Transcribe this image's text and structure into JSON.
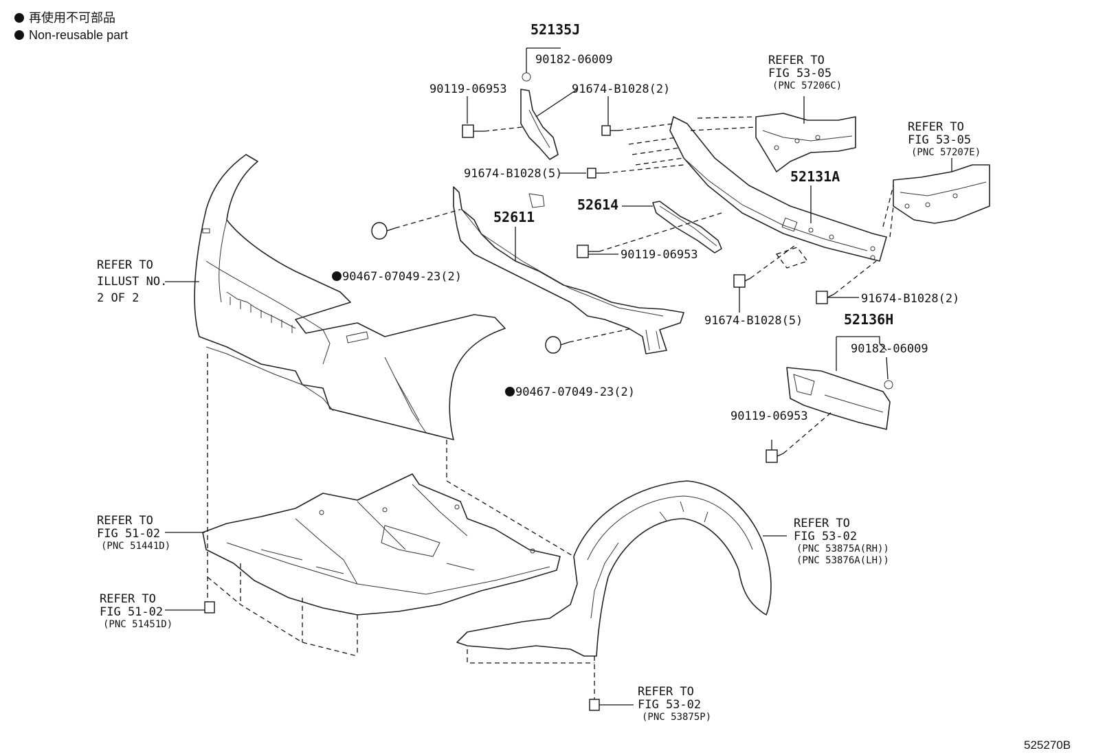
{
  "legend": {
    "jp": "再使用不可部品",
    "en": "Non-reusable part"
  },
  "diagram_id": "525270B",
  "labels": {
    "p52135J": "52135J",
    "p90182_top": "90182-06009",
    "p90119_top": "90119-06953",
    "p91674_2_top": "91674-B1028(2)",
    "p91674_5_top": "91674-B1028(5)",
    "p52611": "52611",
    "p52614": "52614",
    "p90119_mid": "90119-06953",
    "p52131A": "52131A",
    "p90467_top": "90467-07049-23(2)",
    "p90467_bot": "90467-07049-23(2)",
    "p91674_5_bot": "91674-B1028(5)",
    "p91674_2_bot": "91674-B1028(2)",
    "p52136H": "52136H",
    "p90182_bot": "90182-06009",
    "p90119_bot": "90119-06953"
  },
  "refs": {
    "illust": {
      "l1": "REFER TO",
      "l2": "ILLUST NO.",
      "l3": "2 OF 2"
    },
    "fig5305a": {
      "l1": "REFER TO",
      "l2": "FIG 53-05",
      "l3": "(PNC 57206C)"
    },
    "fig5305b": {
      "l1": "REFER TO",
      "l2": "FIG 53-05",
      "l3": "(PNC 57207E)"
    },
    "fig5102a": {
      "l1": "REFER TO",
      "l2": "FIG 51-02",
      "l3": "(PNC 51441D)"
    },
    "fig5102b": {
      "l1": "REFER TO",
      "l2": "FIG 51-02",
      "l3": "(PNC 51451D)"
    },
    "fig5302a": {
      "l1": "REFER TO",
      "l2": "FIG 53-02",
      "l3": "(PNC 53875A(RH))",
      "l4": "(PNC 53876A(LH))"
    },
    "fig5302b": {
      "l1": "REFER TO",
      "l2": "FIG 53-02",
      "l3": "(PNC 53875P)"
    }
  }
}
